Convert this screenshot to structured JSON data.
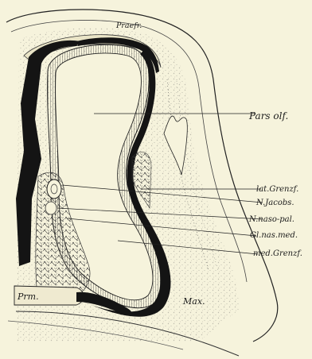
{
  "figure": {
    "background": "#f6f3dc",
    "ink": "#141414",
    "labels": {
      "praefr": "Praefr.",
      "pars_olf": "Pars olf.",
      "lat_grenzf": "lat.Grenzf.",
      "n_jacobs": "N.Jacobs.",
      "n_naso_pal": "N.naso-pal.",
      "gl_nas_med": "Gl.nas.med.",
      "med_grenzf": "med.Grenzf.",
      "prm": "Prm.",
      "max": "Max."
    }
  }
}
